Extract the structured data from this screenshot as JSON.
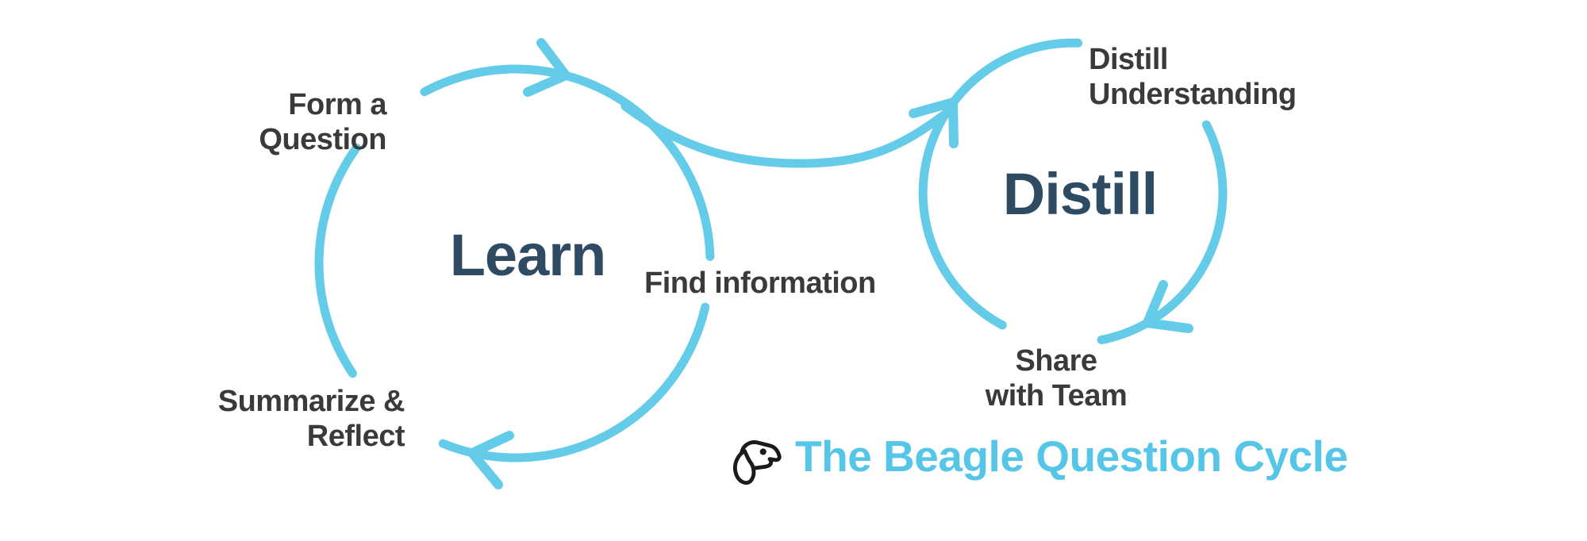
{
  "diagram_title": {
    "text": "The Beagle Question Cycle",
    "icon": "beagle-dog-icon"
  },
  "colors": {
    "cycle_stroke": "#64CBE8",
    "title_text": "#55C5E8",
    "cycle_name_text": "#2F4A63",
    "step_label_text": "#3A3A3C",
    "background": "#FFFFFF"
  },
  "learn_cycle": {
    "name": "Learn",
    "steps": {
      "form_question": "Form a\nQuestion",
      "find_information": "Find information",
      "summarize_reflect": "Summarize &\nReflect"
    }
  },
  "distill_cycle": {
    "name": "Distill",
    "steps": {
      "distill_understanding": "Distill\nUnderstanding",
      "share_with_team": "Share\nwith Team"
    }
  }
}
